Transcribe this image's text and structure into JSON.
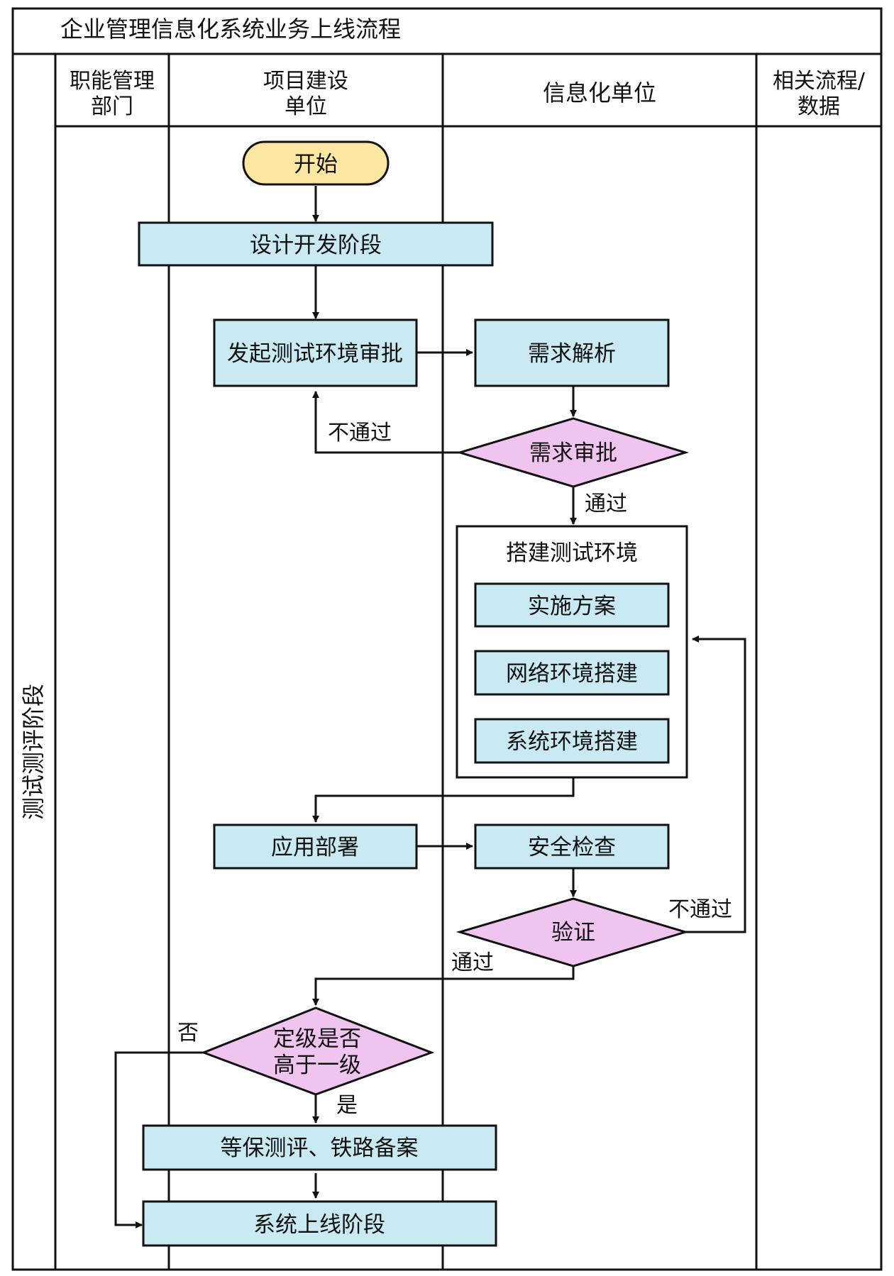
{
  "title": "企业管理信息化系统业务上线流程",
  "phase_label": "测试测评阶段",
  "lanes": [
    {
      "line1": "职能管理",
      "line2": "部门"
    },
    {
      "line1": "项目建设",
      "line2": "单位"
    },
    {
      "line1": "信息化单位",
      "line2": ""
    },
    {
      "line1": "相关流程/",
      "line2": "数据"
    }
  ],
  "nodes": {
    "start": "开始",
    "design_dev": "设计开发阶段",
    "init_test_env": "发起测试环境审批",
    "req_analysis": "需求解析",
    "req_approval": "需求审批",
    "build_group": "搭建测试环境",
    "impl_plan": "实施方案",
    "network_build": "网络环境搭建",
    "system_build": "系统环境搭建",
    "app_deploy": "应用部署",
    "security_check": "安全检查",
    "verify": "验证",
    "grade_q1": "定级是否",
    "grade_q2": "高于一级",
    "classified_eval": "等保测评、铁路备案",
    "go_live": "系统上线阶段"
  },
  "edge_labels": {
    "reject_1": "不通过",
    "pass_1": "通过",
    "reject_2": "不通过",
    "pass_2": "通过",
    "no": "否",
    "yes": "是"
  },
  "colors": {
    "process": "#c9eaf3",
    "decision": "#efc4ee",
    "terminal": "#fbe6a2"
  }
}
